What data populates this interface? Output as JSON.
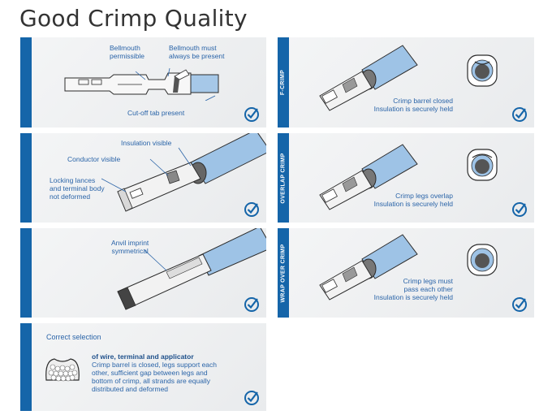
{
  "title": "Good Crimp Quality",
  "panels": {
    "p1": {
      "bellmouth_permissible": "Bellmouth\npermissible",
      "bellmouth_present": "Bellmouth must\nalways be present",
      "cutoff": "Cut-off tab present"
    },
    "p2": {
      "insulation_visible": "Insulation visible",
      "conductor_visible": "Conductor visible",
      "locking": "Locking lances\nand terminal body\nnot deformed"
    },
    "p3": {
      "anvil": "Anvil imprint\nsymmetrical"
    },
    "p4": {
      "side_label": "F-CRIMP",
      "text": "Crimp barrel closed\nInsulation is securely held"
    },
    "p5": {
      "side_label": "OVERLAP CRIMP",
      "text": "Crimp legs overlap\nInsulation is securely held"
    },
    "p6": {
      "side_label": "WRAP OVER CRIMP",
      "text": "Crimp legs must\npass each other\nInsulation is securely held"
    },
    "p7": {
      "heading": "Correct selection",
      "subheading": "of wire, terminal and applicator",
      "body": "Crimp barrel is closed, legs support each\nother, sufficient gap between legs and\nbottom of crimp, all strands are equally\ndistributed and deformed"
    }
  },
  "colors": {
    "accent": "#1565a9",
    "text": "#2a64a8",
    "cable": "#9ec3e6",
    "panel": "#eceeef"
  },
  "icons": [
    "check-circle-icon"
  ]
}
